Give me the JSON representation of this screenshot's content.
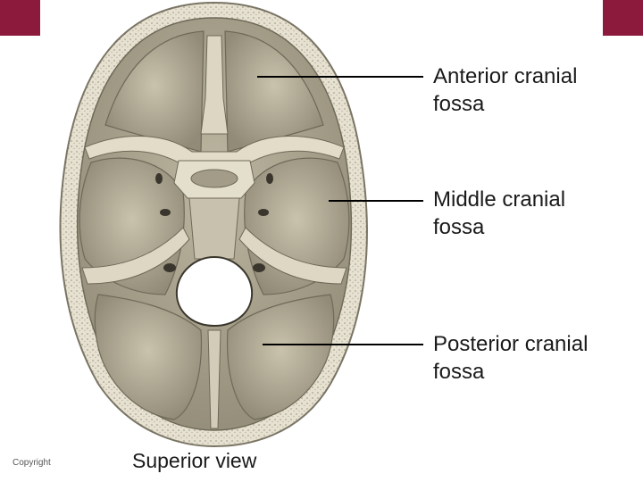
{
  "colors": {
    "accent": "#8b1a3d",
    "bone_outer": "#d8d2bc",
    "fossa_fill": "#b7b09b",
    "fossa_shadow": "#8e8775",
    "line": "#000000"
  },
  "labels": {
    "anterior": "Anterior cranial\nfossa",
    "middle": "Middle cranial\nfossa",
    "posterior": "Posterior cranial\nfossa"
  },
  "caption": "Superior view",
  "copyright": "Copyright"
}
